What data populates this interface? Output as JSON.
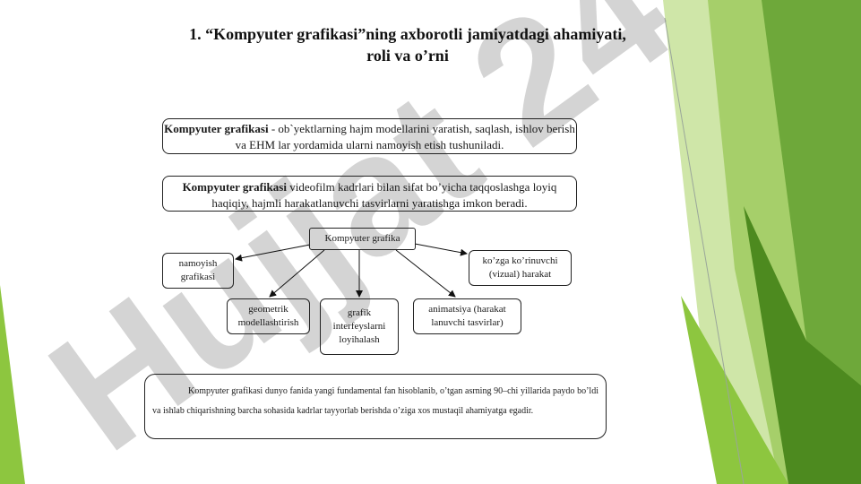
{
  "slide": {
    "title": "1. “Kompyuter grafikasi”ning axborotli jamiyatdagi ahamiyati, roli va o’rni",
    "definition_1": {
      "term": "Kompyuter grafikasi",
      "text": " - ob`yektlarning hajm modellarini yaratish, saqlash, ishlov berish va EHM lar yordamida ularni namoyish etish tushuniladi."
    },
    "definition_2": {
      "term": "Kompyuter grafikasi",
      "text": " videofilm kadrlari bilan sifat bo’yicha taqqoslashga loyiq haqiqiy, hajmli harakatlanuvchi tasvirlarni yaratishga imkon beradi."
    },
    "diagram": {
      "root": "Kompyuter grafika",
      "nodes": {
        "namoyish": "namoyish grafikasi",
        "vizual": "ko’zga ko’rinuvchi (vizual) harakat",
        "geometrik": "geometrik modellashtirish",
        "interfeys": "grafik interfeyslarni loyihalash",
        "animatsiya": "animatsiya (harakat lanuvchi tasvirlar)"
      }
    },
    "paragraph": "Kompyuter grafikasi dunyo fanida yangi fundamental fan hisoblanib, o’tgan asrning 90–chi yillarida paydo bo’ldi va ishlab chiqarishning barcha sohasida kadrlar tayyorlab berishda o’ziga xos mustaqil ahamiyatga egadir.",
    "watermark": "Hujjat 24"
  },
  "colors": {
    "green_light": "#b8d98a",
    "green_mid": "#8dc63f",
    "green_dark": "#4d8a1f",
    "watermark_gray": "#bdbdbd",
    "watermark_violet": "#c8b8f0"
  }
}
